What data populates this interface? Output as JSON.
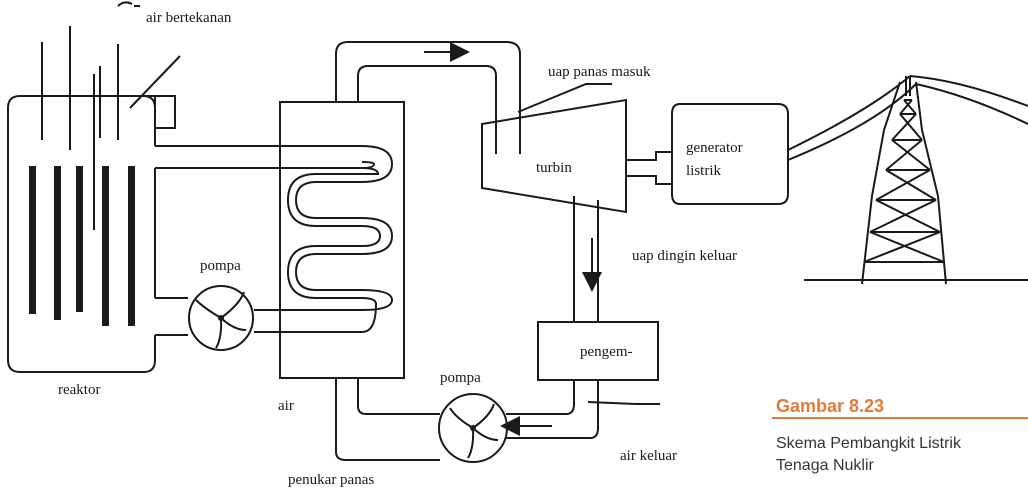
{
  "labels": {
    "air_bertekanan": "air bertekanan",
    "uap_panas_masuk": "uap panas masuk",
    "turbin": "turbin",
    "generator_line1": "generator",
    "generator_line2": "listrik",
    "pompa_1": "pompa",
    "uap_dingin_keluar": "uap dingin keluar",
    "pengem": "pengem-",
    "reaktor": "reaktor",
    "air": "air",
    "pompa_2": "pompa",
    "air_keluar": "air keluar",
    "penukar_panas": "penukar panas"
  },
  "caption": {
    "title": "Gambar 8.23",
    "line1": "Skema Pembangkit Listrik",
    "line2": "Tenaga Nuklir"
  },
  "colors": {
    "caption_accent": "#e07b39",
    "stroke": "#1a1a1a"
  }
}
